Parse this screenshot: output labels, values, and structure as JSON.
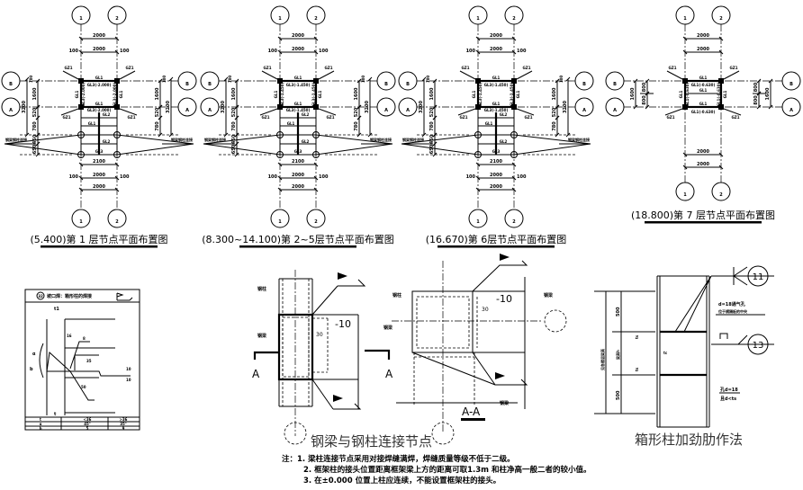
{
  "plans": [
    {
      "title": "(5.400)第 1 层节点平面布置图",
      "axes": {
        "c1": "1",
        "c2": "2",
        "a": "A",
        "b": "B"
      },
      "top_dims": {
        "outer": "2000",
        "inner": "2000",
        "offset_left": "100",
        "offset_right": "100"
      },
      "side_dims": {
        "top": "100",
        "ab": "1600",
        "total": "3200",
        "d1": "520",
        "d2": "780",
        "d3": "450",
        "d4": "650"
      },
      "column_label": "GZ1",
      "beams": {
        "top": "GL1",
        "inner_top": "GL3(-2.000)",
        "left": "GL1",
        "right": "GL1",
        "left_inner": "GL3(-2.000)",
        "right_inner": "GL3(-2.000)",
        "mid": "GL1",
        "mid2": "GL3(-2.000)",
        "low1": "GL1",
        "low2": "GL2",
        "low3": "GL2",
        "low4": "GL3"
      },
      "side_note": "钢梁钢柱连接",
      "bottom_dims": {
        "d1": "2100",
        "d2": "2000",
        "offset_left": "100",
        "offset_right": "100",
        "d3": "2000"
      }
    },
    {
      "title": "(8.300~14.100)第 2~5层节点平面布置图",
      "axes": {
        "c1": "1",
        "c2": "2",
        "a": "A",
        "b": "B"
      },
      "top_dims": {
        "outer": "2000",
        "inner": "2000",
        "offset_left": "100",
        "offset_right": "100"
      },
      "side_dims": {
        "top": "100",
        "ab": "1600",
        "total": "3200",
        "d1": "520",
        "d2": "780",
        "d3": "450",
        "d4": "650"
      },
      "column_label": "GZ1",
      "beams": {
        "top": "GL1",
        "inner_top": "GL3(-1.450)",
        "left": "GL1",
        "right": "GL1",
        "left_inner": "GL3(-1.450)",
        "right_inner": "GL3(-1.450)",
        "mid": "GL1",
        "mid2": "GL3(-1.450)",
        "low1": "GL1",
        "low2": "GL2",
        "low3": "GL2",
        "low4": "GL3"
      },
      "side_note": "钢梁钢柱连接",
      "bottom_dims": {
        "d1": "2100",
        "d2": "2000",
        "offset_left": "100",
        "offset_right": "100",
        "d3": "2000"
      }
    },
    {
      "title": "(16.670)第 6层节点平面布置图",
      "axes": {
        "c1": "1",
        "c2": "2",
        "a": "A",
        "b": "B"
      },
      "top_dims": {
        "outer": "2000",
        "inner": "2000",
        "offset_left": "100",
        "offset_right": "100"
      },
      "side_dims": {
        "top": "100",
        "ab": "1600",
        "total": "3200",
        "d1": "520",
        "d2": "780",
        "d3": "450",
        "d4": "650"
      },
      "column_label": "GZ1",
      "beams": {
        "top": "GL1",
        "inner_top": "GL3(-1.450)",
        "left": "GL1",
        "right": "GL1",
        "left_inner": "GL3(-1.450)",
        "right_inner": "GL3(-1.450)",
        "mid": "GL1",
        "mid2": "GL3(-1.450)",
        "low1": "GL1",
        "low2": "GL2",
        "low3": "GL2",
        "low4": "GL3"
      },
      "side_note": "钢梁钢柱连接",
      "bottom_dims": {
        "d1": "2100",
        "d2": "2000",
        "offset_left": "100",
        "offset_right": "100",
        "d3": "2000"
      }
    },
    {
      "title": "(18.800)第 7 层节点平面布置图",
      "axes": {
        "c1": "1",
        "c2": "2",
        "a": "A",
        "b": "B"
      },
      "top_dims": {
        "outer": "2000",
        "inner": "2000"
      },
      "side_dims": {
        "d1": "800",
        "d2": "800",
        "ab": "1600"
      },
      "column_label": "GZ1",
      "beams": {
        "top": "GL1",
        "inner_top": "GL1(-0.630)",
        "mid": "GL1",
        "bottom": "GL1",
        "inner_bottom": "GL1(-0.630)",
        "left": "GL1",
        "right": "GL1",
        "left_inner": "GL1(-0.630)",
        "right_inner": "GL1(-0.630)"
      },
      "bottom_dims": {
        "d1": "2000",
        "d2": "2000"
      }
    }
  ],
  "weld_detail": {
    "number": "32",
    "title": "坡口焊：箱形柱的焊接",
    "dims": {
      "t1": "t1",
      "gap": "16",
      "weld": "8",
      "depth": "35",
      "len": "50",
      "t": "t",
      "b": "b",
      "alpha": "α",
      "r1": "10",
      "r2": "10"
    },
    "table": [
      [
        "t",
        "<36",
        ">36"
      ],
      [
        "α",
        "45°",
        "35°"
      ],
      [
        "b",
        "5",
        "9"
      ]
    ]
  },
  "connection_detail": {
    "title": "钢梁与钢柱连接节点",
    "left": {
      "column": "钢柱",
      "beam_left": "钢梁",
      "beam_right": "钢梁",
      "plate": "-10",
      "dim": "30",
      "section_a1": "A",
      "section_a2": "A"
    },
    "right": {
      "column": "钢柱",
      "beam": "钢梁",
      "beam_bottom": "钢梁",
      "plate": "-10",
      "dim": "30",
      "section": "A-A"
    }
  },
  "stiffener_detail": {
    "title": "箱形柱加劲肋作法",
    "callout_top": "11",
    "callout_bottom": "13",
    "hole_note_1": "d=18通气孔",
    "hole_note_2": "位于横隔板的中央",
    "hole_note_3": "孔d=18",
    "hole_note_4": "且d<ts",
    "dim_top": "500",
    "dim_bottom": "500",
    "beam_height": "梁高h",
    "total_label": "见各楼层梁高",
    "ts1": "ts",
    "ts2": "ts",
    "tc": "tc"
  },
  "notes": [
    "注：1. 梁柱连接节点采用对接焊缝满焊，焊缝质量等级不低于二级。",
    "2. 框架柱的接头位置距离框架梁上方的距离可取1.3m 和柱净高一般二者的较小值。",
    "3. 在±0.000 位置上柱应连续，不能设置框架柱的接头。"
  ]
}
